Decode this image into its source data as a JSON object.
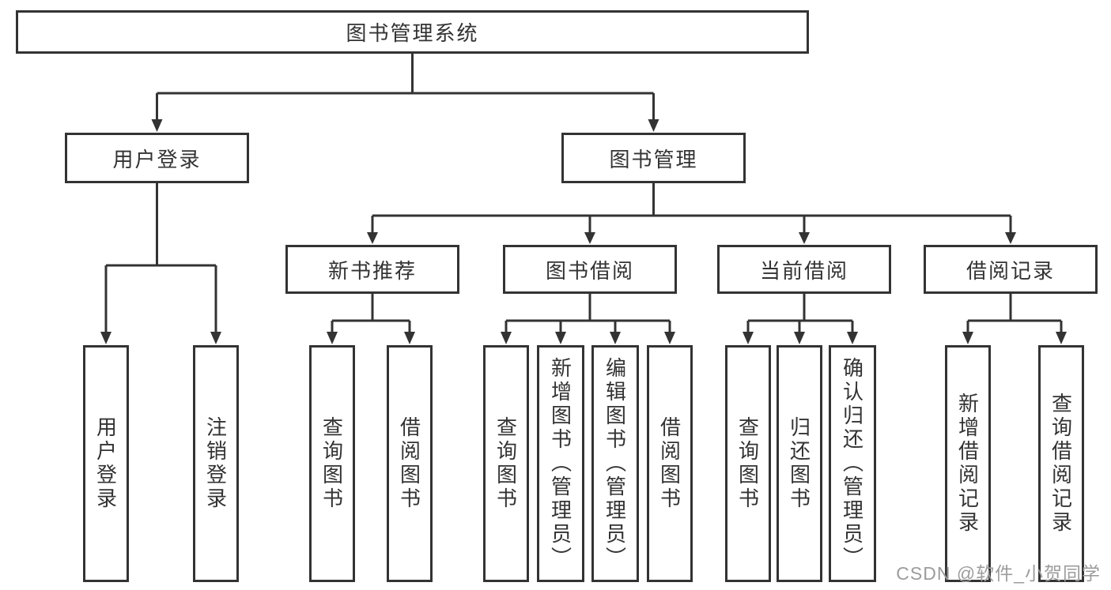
{
  "diagram_title": "图书管理系统",
  "tree": {
    "root": "图书管理系统",
    "children": [
      {
        "label": "用户登录",
        "children": [
          "用户登录",
          "注销登录"
        ]
      },
      {
        "label": "图书管理",
        "children": [
          {
            "label": "新书推荐",
            "children": [
              "查询图书",
              "借阅图书"
            ]
          },
          {
            "label": "图书借阅",
            "children": [
              "查询图书",
              "新增图书（管理员）",
              "编辑图书（管理员）",
              "借阅图书"
            ]
          },
          {
            "label": "当前借阅",
            "children": [
              "查询图书",
              "归还图书",
              "确认归还（管理员）"
            ]
          },
          {
            "label": "借阅记录",
            "children": [
              "新增借阅记录",
              "查询借阅记录"
            ]
          }
        ]
      }
    ]
  },
  "watermark": {
    "text": "CSDN @软件_小贺同学",
    "color": "#9c9c9c"
  },
  "colors": {
    "line": "#333333",
    "box_border": "#333333",
    "box_background": "#ffffff",
    "text": "#333333",
    "page_background": "#ffffff"
  }
}
